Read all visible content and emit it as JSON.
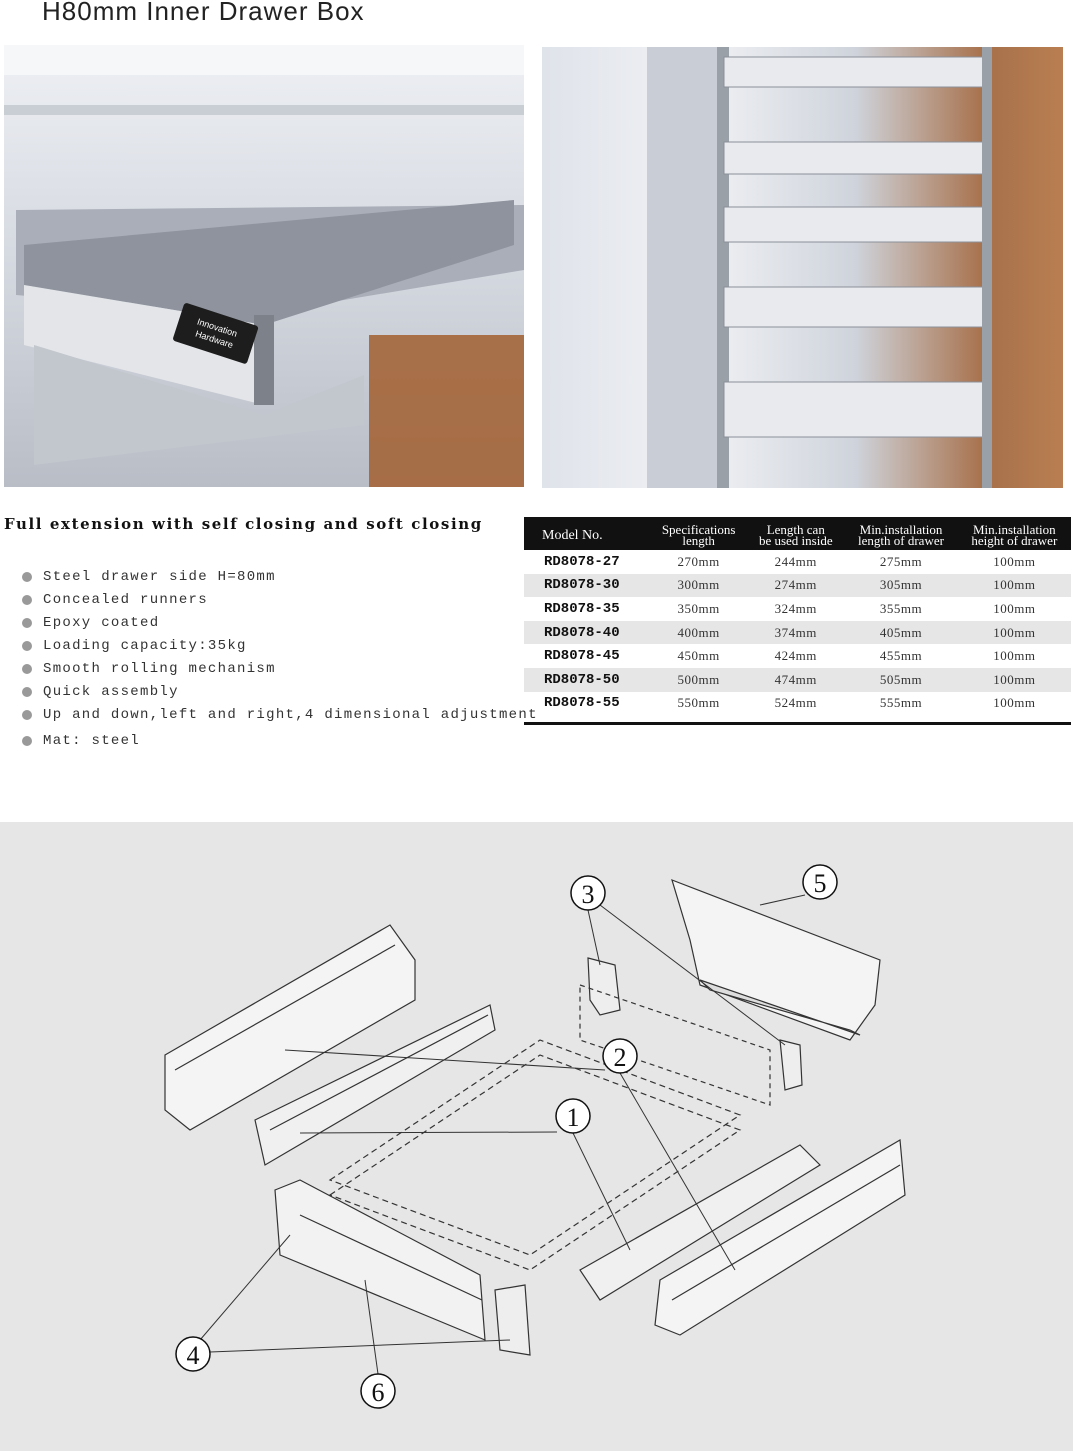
{
  "title": "H80mm Inner Drawer Box",
  "photos": {
    "brand_logo": "Innovation Hardware"
  },
  "heading": "Full extension with self closing and soft closing",
  "features": [
    "Steel drawer side H=80mm",
    "Concealed runners",
    "Epoxy coated",
    "Loading capacity:35kg",
    "Smooth rolling mechanism",
    "Quick assembly",
    "Up and down,left and right,4 dimensional adjustment",
    "Mat: steel"
  ],
  "table": {
    "headers": [
      [
        "Model No.",
        ""
      ],
      [
        "Specifications",
        "length"
      ],
      [
        "Length can",
        "be used inside"
      ],
      [
        "Min.installation",
        "length of drawer"
      ],
      [
        "Min.installation",
        "height of drawer"
      ]
    ],
    "rows": [
      [
        "RD8078-27",
        "270mm",
        "244mm",
        "275mm",
        "100mm"
      ],
      [
        "RD8078-30",
        "300mm",
        "274mm",
        "305mm",
        "100mm"
      ],
      [
        "RD8078-35",
        "350mm",
        "324mm",
        "355mm",
        "100mm"
      ],
      [
        "RD8078-40",
        "400mm",
        "374mm",
        "405mm",
        "100mm"
      ],
      [
        "RD8078-45",
        "450mm",
        "424mm",
        "455mm",
        "100mm"
      ],
      [
        "RD8078-50",
        "500mm",
        "474mm",
        "505mm",
        "100mm"
      ],
      [
        "RD8078-55",
        "550mm",
        "524mm",
        "555mm",
        "100mm"
      ]
    ]
  },
  "diagram": {
    "callouts": [
      "1",
      "2",
      "3",
      "4",
      "5",
      "6"
    ]
  }
}
